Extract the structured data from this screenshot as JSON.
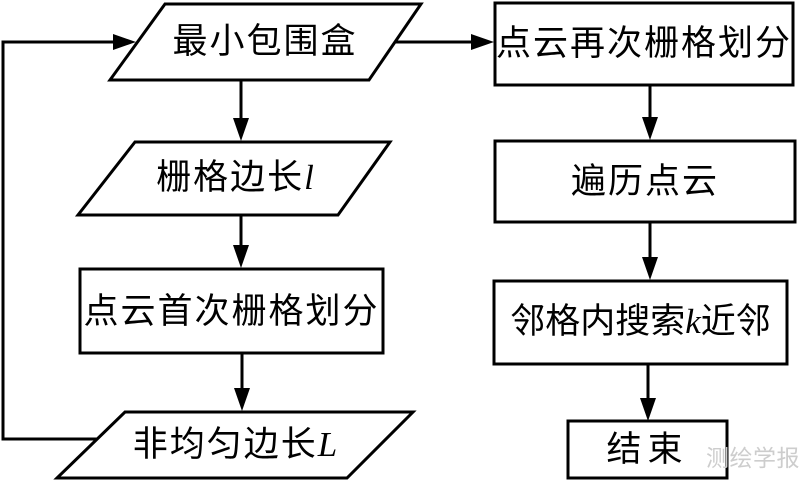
{
  "diagram": {
    "background_color": "#ffffff",
    "stroke_color": "#000000",
    "text_color": "#000000",
    "nodes": {
      "min_bounding_box": {
        "shape": "parallelogram",
        "label": "最小包围盒"
      },
      "grid_edge_length": {
        "shape": "parallelogram",
        "label": "栅格边长",
        "variable": "l"
      },
      "first_grid_division": {
        "shape": "rectangle",
        "label": "点云首次栅格划分"
      },
      "nonuniform_edge_length": {
        "shape": "parallelogram",
        "label": "非均匀边长",
        "variable": "L"
      },
      "second_grid_division": {
        "shape": "rectangle",
        "label": "点云再次栅格划分"
      },
      "traverse_point_cloud": {
        "shape": "rectangle",
        "label": "遍历点云"
      },
      "knn_search": {
        "shape": "rectangle",
        "label_prefix": "邻格内搜索",
        "variable": "k",
        "label_suffix": "近邻"
      },
      "end": {
        "shape": "rectangle",
        "label": "结束"
      }
    },
    "edges": [
      "min_bounding_box -> grid_edge_length",
      "grid_edge_length -> first_grid_division",
      "first_grid_division -> nonuniform_edge_length",
      "nonuniform_edge_length -> min_bounding_box (feedback loop, left side)",
      "min_bounding_box -> second_grid_division",
      "second_grid_division -> traverse_point_cloud",
      "traverse_point_cloud -> knn_search",
      "knn_search -> end"
    ],
    "watermark": {
      "text": "测绘学报",
      "color": "#cdcdcd"
    }
  }
}
